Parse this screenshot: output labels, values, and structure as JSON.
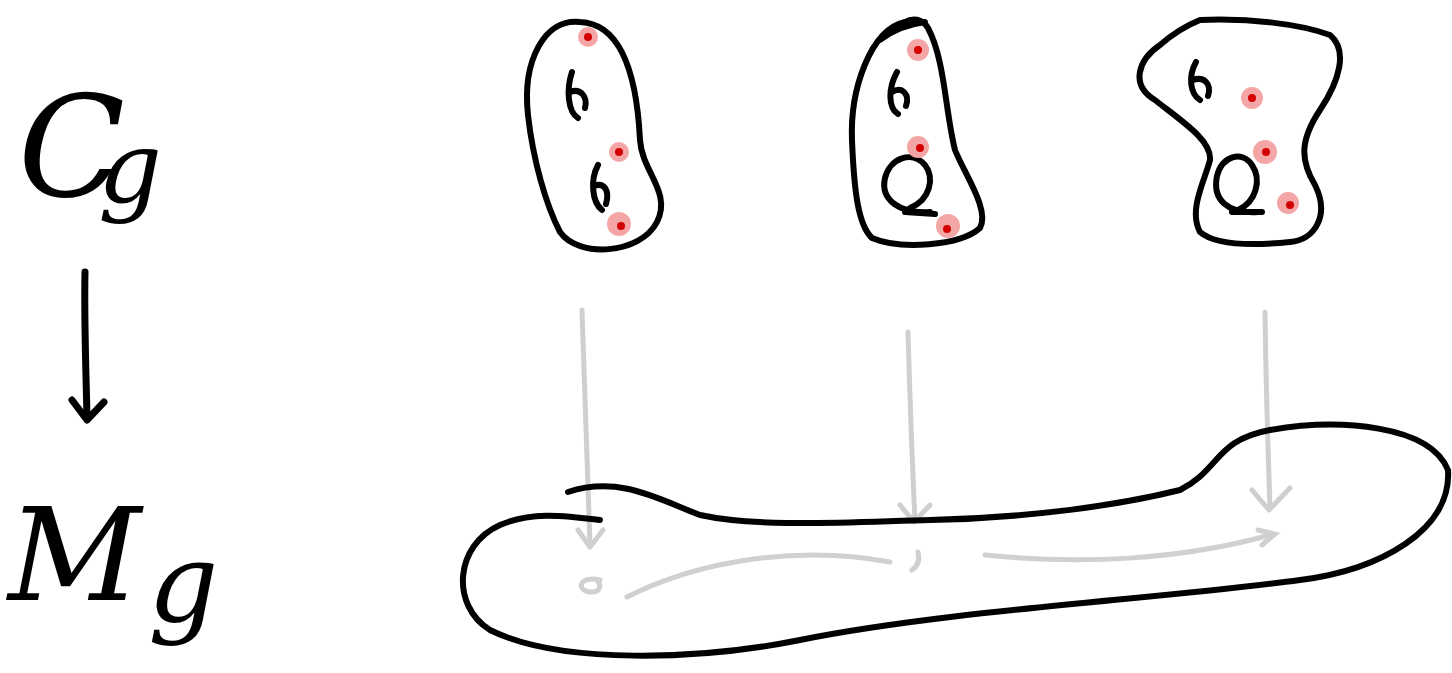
{
  "diagram": {
    "labels": [
      "C",
      "g",
      "M",
      "g"
    ]
  }
}
